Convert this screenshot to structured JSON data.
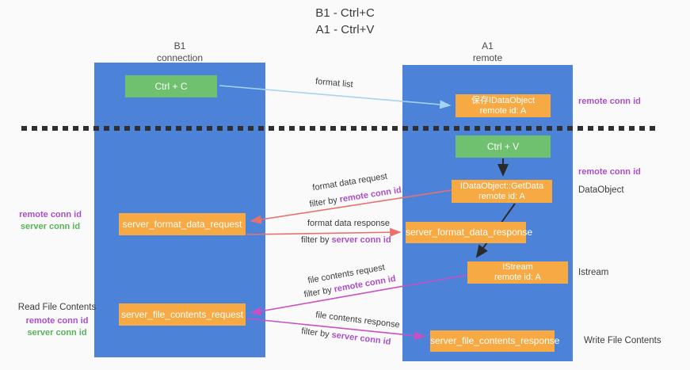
{
  "title": {
    "line1": "B1 - Ctrl+C",
    "line2": "A1 - Ctrl+V"
  },
  "columns": {
    "left": {
      "name": "B1",
      "role": "connection"
    },
    "right": {
      "name": "A1",
      "role": "remote"
    }
  },
  "boxes": {
    "ctrl_c": "Ctrl + C",
    "ctrl_v": "Ctrl + V",
    "save_idataobject": {
      "line1": "保存IDataObject",
      "line2": "remote id: A"
    },
    "getdata": {
      "line1": "IDataObject::GetData",
      "line2": "remote id: A"
    },
    "istream": {
      "line1": "IStream",
      "line2": "remote id: A"
    },
    "server_format_data_request": "server_format_data_request",
    "server_format_data_response": "server_format_data_response",
    "server_file_contents_request": "server_file_contents_request",
    "server_file_contents_response": "server_file_contents_response"
  },
  "arrow_labels": {
    "format_list": "format list",
    "format_data_request": "format data request",
    "format_data_response": "format data response",
    "file_contents_request": "file contents request",
    "file_contents_response": "file contents response",
    "filter_prefix": "filter by ",
    "remote_conn_id": "remote conn id",
    "server_conn_id": "server conn id"
  },
  "side_labels": {
    "remote_conn_id": "remote conn id",
    "server_conn_id": "server conn id",
    "dataobject": "DataObject",
    "istream": "Istream",
    "read_file_contents": "Read File Contents",
    "write_file_contents": "Write File Contents"
  },
  "colors": {
    "lifeline_blue": "#4c83d9",
    "box_orange": "#f7a943",
    "box_green": "#6fc06f",
    "arrow_light_blue": "#a5d3f2",
    "arrow_red": "#e8716f",
    "arrow_magenta": "#c94fc4",
    "arrow_black": "#2b2b2b",
    "text_purple": "#aa4fc8",
    "text_green": "#55b45a",
    "background": "#fafafa"
  }
}
